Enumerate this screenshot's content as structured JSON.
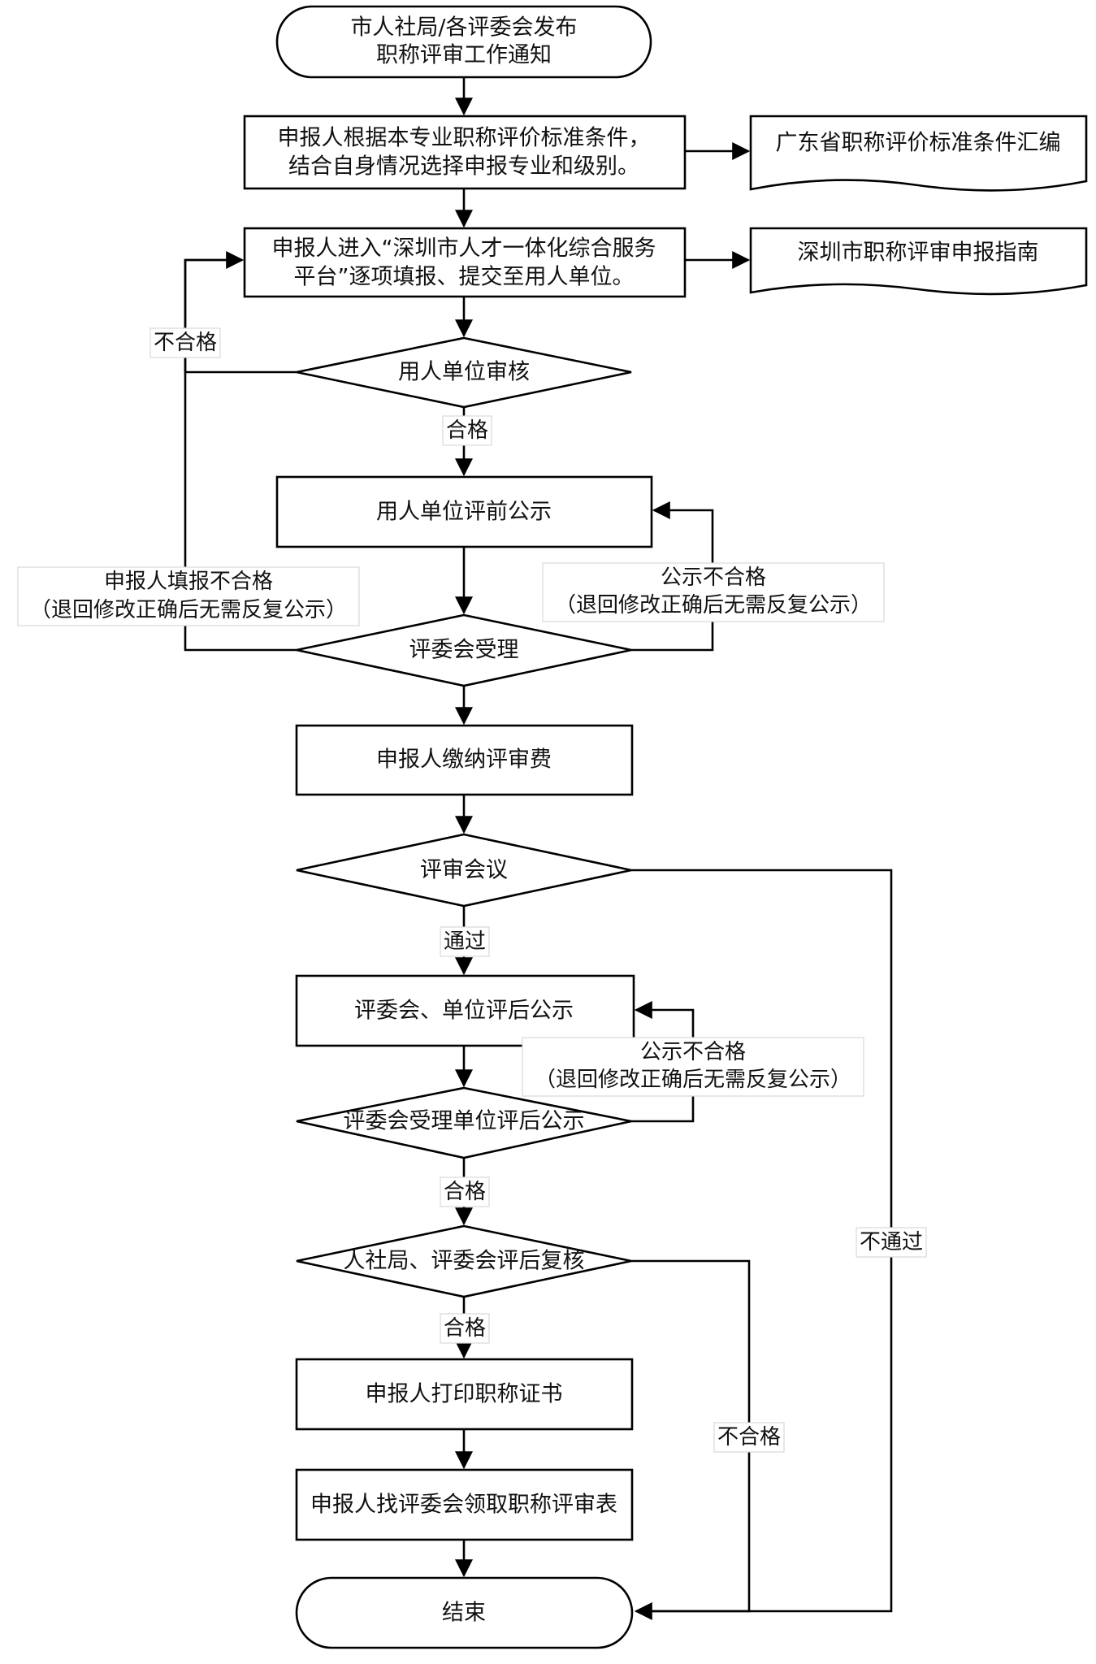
{
  "nodes": {
    "start": [
      "市人社局/各评委会发布",
      "职称评审工作通知"
    ],
    "select_major": [
      "申报人根据本专业职称评价标准条件，",
      "结合自身情况选择申报专业和级别。"
    ],
    "submit_platform": [
      "申报人进入“深圳市人才一体化综合服务",
      "平台”逐项填报、提交至用人单位。"
    ],
    "doc_standards": "广东省职称评价标准条件汇编",
    "doc_guide": "深圳市职称评审申报指南",
    "unit_review": "用人单位审核",
    "unit_pre_publicity": "用人单位评前公示",
    "committee_accept": "评委会受理",
    "pay_fee": "申报人缴纳评审费",
    "review_meeting": "评审会议",
    "post_publicity": "评委会、单位评后公示",
    "accept_post_publicity": "评委会受理单位评后公示",
    "recheck": "人社局、评委会评后复核",
    "print_cert": "申报人打印职称证书",
    "collect_form": "申报人找评委会领取职称评审表",
    "end": "结束"
  },
  "labels": {
    "unqualified": "不合格",
    "qualified_1": "合格",
    "qualified_2": "合格",
    "qualified_3": "合格",
    "passed": "通过",
    "not_passed": "不通过",
    "unqualified_recheck": "不合格",
    "filing_unqualified": [
      "申报人填报不合格",
      "（退回修改正确后无需反复公示）"
    ],
    "publicity_unqualified_1": [
      "公示不合格",
      "（退回修改正确后无需反复公示）"
    ],
    "publicity_unqualified_2": [
      "公示不合格",
      "（退回修改正确后无需反复公示）"
    ]
  }
}
